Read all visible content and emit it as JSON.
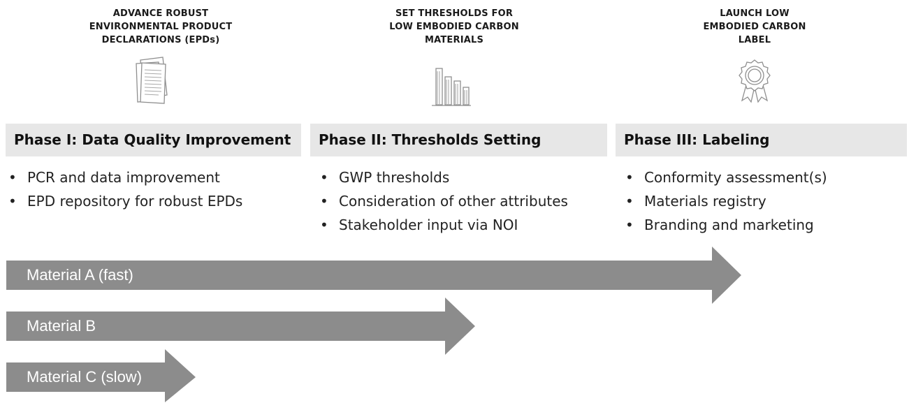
{
  "phases": [
    {
      "caption_lines": [
        "ADVANCE ROBUST",
        "ENVIRONMENTAL PRODUCT",
        "DECLARATIONS (EPDs)"
      ],
      "icon": "documents-icon",
      "title": "Phase I: Data Quality Improvement",
      "bullets": [
        "PCR and data improvement",
        "EPD repository for robust EPDs"
      ]
    },
    {
      "caption_lines": [
        "SET THRESHOLDS FOR",
        "LOW EMBODIED CARBON",
        "MATERIALS"
      ],
      "icon": "bar-chart-icon",
      "title": "Phase II: Thresholds Setting",
      "bullets": [
        "GWP thresholds",
        "Consideration of other attributes",
        "Stakeholder input via NOI"
      ]
    },
    {
      "caption_lines": [
        "LAUNCH LOW",
        "EMBODIED CARBON",
        "LABEL"
      ],
      "icon": "award-ribbon-icon",
      "title": "Phase III: Labeling",
      "bullets": [
        "Conformity assessment(s)",
        "Materials registry",
        "Branding and marketing"
      ]
    }
  ],
  "materials": [
    {
      "label": "Material A (fast)"
    },
    {
      "label": "Material B"
    },
    {
      "label": "Material C (slow)"
    }
  ],
  "colors": {
    "arrow": "#8c8c8c",
    "bar": "#e7e7e7",
    "icon": "#9a9a9a"
  }
}
